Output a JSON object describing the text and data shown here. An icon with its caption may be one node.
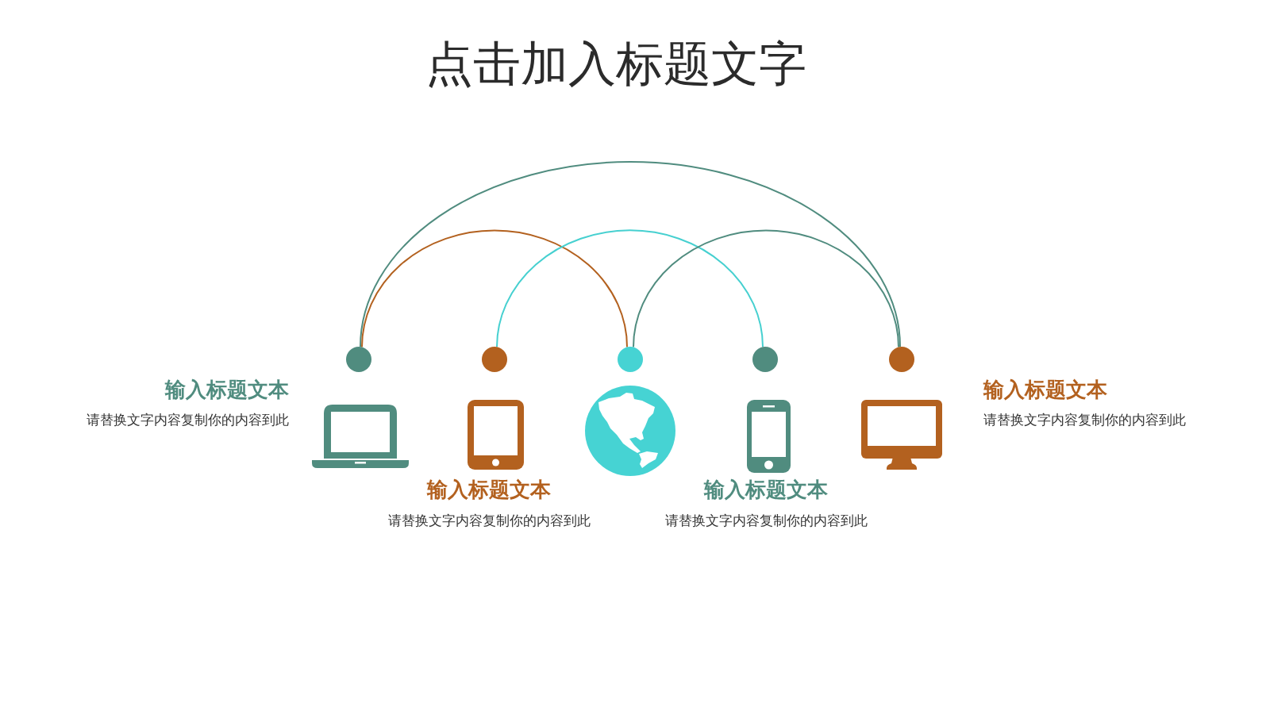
{
  "diagram": {
    "title": "点击加入标题文字",
    "nodes": [
      {
        "text": [],
        "shape": "circle"
      },
      {
        "text": [],
        "shape": "circle"
      },
      {
        "text": [],
        "shape": "circle"
      },
      {
        "text": [],
        "shape": "circle"
      },
      {
        "text": [],
        "shape": "circle"
      }
    ],
    "edges": [
      {
        "from": 0,
        "to": 4,
        "arrow": "none"
      },
      {
        "from": 0,
        "to": 2,
        "arrow": "none",
        "color": "#b3611f"
      },
      {
        "from": 1,
        "to": 3,
        "arrow": "none",
        "color": "#46d0d0"
      },
      {
        "from": 2,
        "to": 4,
        "arrow": "none"
      }
    ],
    "labels": [
      "输入标题文本",
      "请替换文字内容复制你的内容到此",
      "输入标题文本",
      "请替换文字内容复制你的内容到此",
      "输入标题文本",
      "请替换文字内容复制你的内容到此",
      "输入标题文本",
      "请替换文字内容复制你的内容到此"
    ]
  }
}
